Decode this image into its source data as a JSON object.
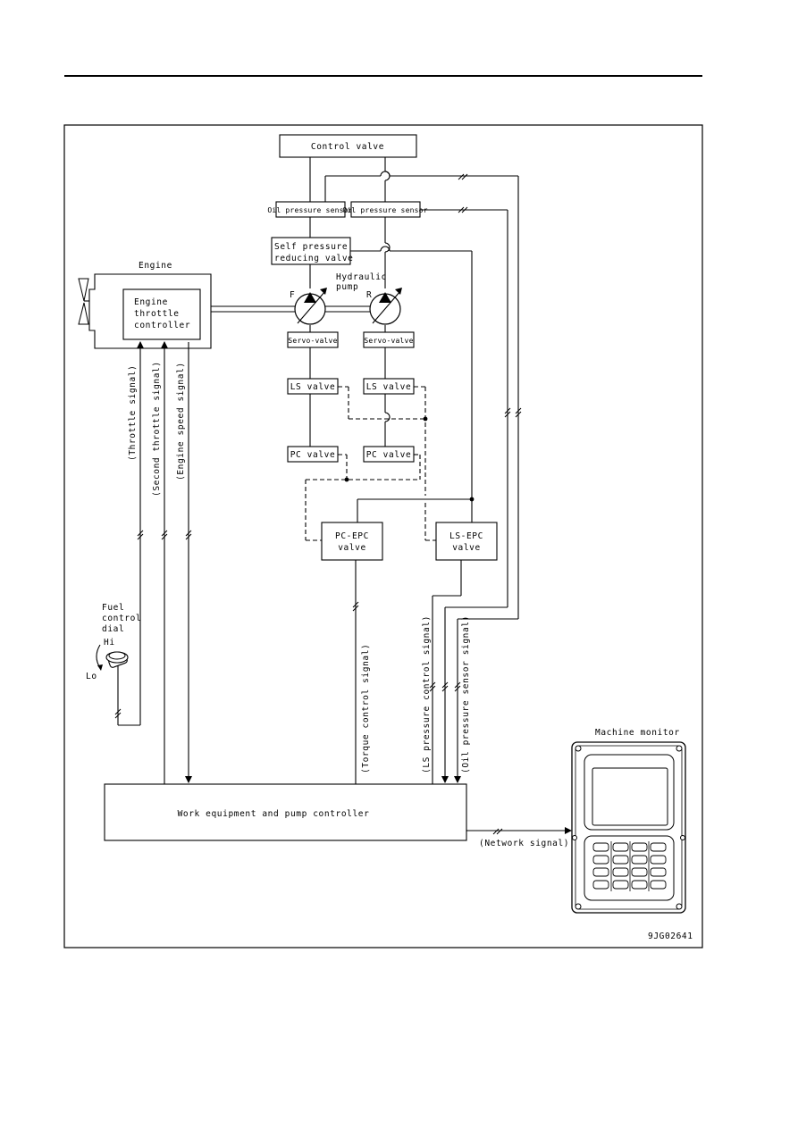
{
  "diagram": {
    "labels": {
      "control_valve": "Control valve",
      "oil_sensor_1": "Oil pressure sensor",
      "oil_sensor_2": "Oil pressure sensor",
      "self_pressure_1": "Self pressure",
      "self_pressure_2": "reducing valve",
      "engine": "Engine",
      "etc_1": "Engine",
      "etc_2": "throttle",
      "etc_3": "controller",
      "hyd_1": "Hydraulic",
      "hyd_2": "pump",
      "pump_f": "F",
      "pump_r": "R",
      "servo_1": "Servo-valve",
      "servo_2": "Servo-valve",
      "ls_1": "LS valve",
      "ls_2": "LS valve",
      "pc_1": "PC valve",
      "pc_2": "PC valve",
      "pcepc_1": "PC-EPC",
      "pcepc_2": "valve",
      "lsepc_1": "LS-EPC",
      "lsepc_2": "valve",
      "throttle_signal": "(Throttle signal)",
      "second_throttle_signal": "(Second throttle signal)",
      "engine_speed_signal": "(Engine speed signal)",
      "fuel_1": "Fuel",
      "fuel_2": "control",
      "fuel_3": "dial",
      "hi": "Hi",
      "lo": "Lo",
      "torque_signal": "(Torque control signal)",
      "ls_pressure_signal": "(LS pressure control signal)",
      "oil_sensor_signal": "(Oil pressure sensor signal)",
      "controller": "Work equipment and pump controller",
      "network_signal": "(Network signal)",
      "machine_monitor": "Machine monitor",
      "figure_id": "9JG02641"
    }
  }
}
